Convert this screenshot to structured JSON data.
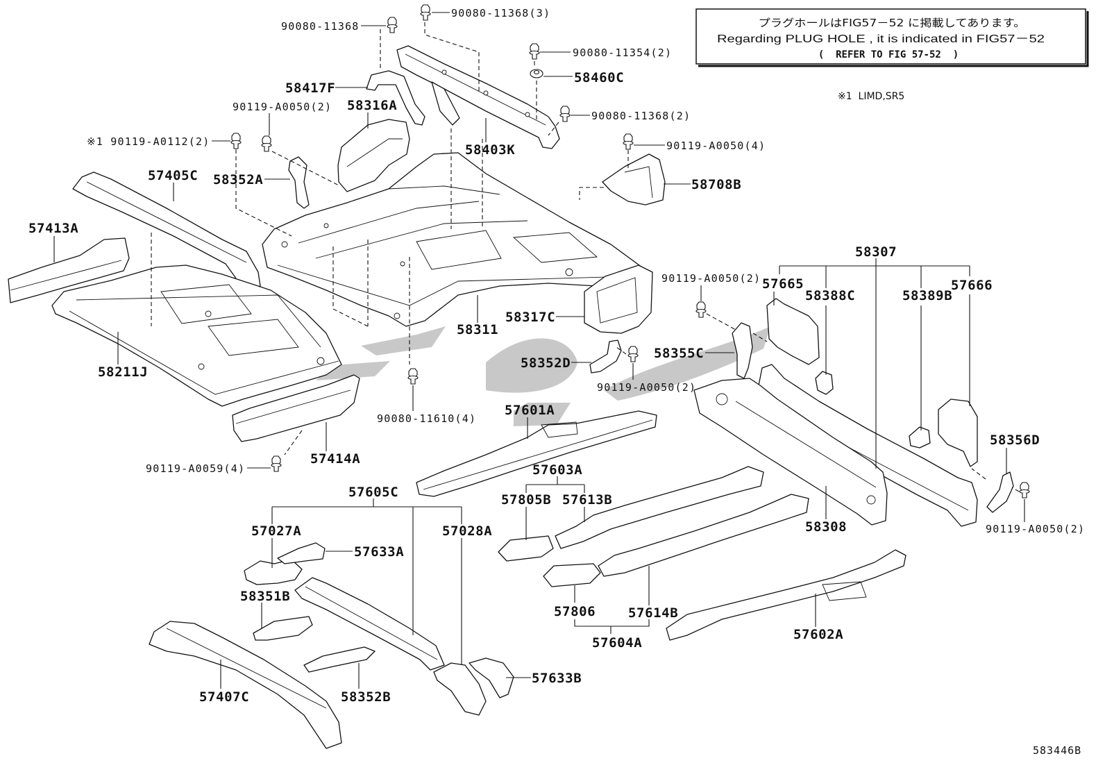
{
  "note": {
    "line_ja": "プラグホールはFIG57－52 に掲載してあります。",
    "line_en": "Regarding PLUG HOLE , it is indicated in FIG57－52",
    "line_ref": "(  REFER TO FIG 57-52  )"
  },
  "footnote": "※1  LIMD,SR5",
  "figure_id": "583446B",
  "callouts": [
    "90080-11368",
    "90080-11368(3)",
    "90080-11354(2)",
    "58460C",
    "58417F",
    "90119-A0050(2)",
    "58316A",
    "90080-11368(2)",
    "※1 90119-A0112(2)",
    "58403K",
    "90119-A0050(4)",
    "57405C",
    "58352A",
    "58708B",
    "57413A",
    "58307",
    "90119-A0050(2)",
    "57665",
    "57666",
    "58388C",
    "58389B",
    "58317C",
    "58311",
    "58355C",
    "58211J",
    "58352D",
    "90119-A0050(2)",
    "57601A",
    "90080-11610(4)",
    "58356D",
    "57414A",
    "90119-A0059(4)",
    "57603A",
    "57605C",
    "57805B",
    "57613B",
    "58308",
    "90119-A0050(2)",
    "57027A",
    "57028A",
    "57633A",
    "58351B",
    "57806",
    "57614B",
    "57604A",
    "57602A",
    "57633B",
    "57407C",
    "58352B"
  ]
}
